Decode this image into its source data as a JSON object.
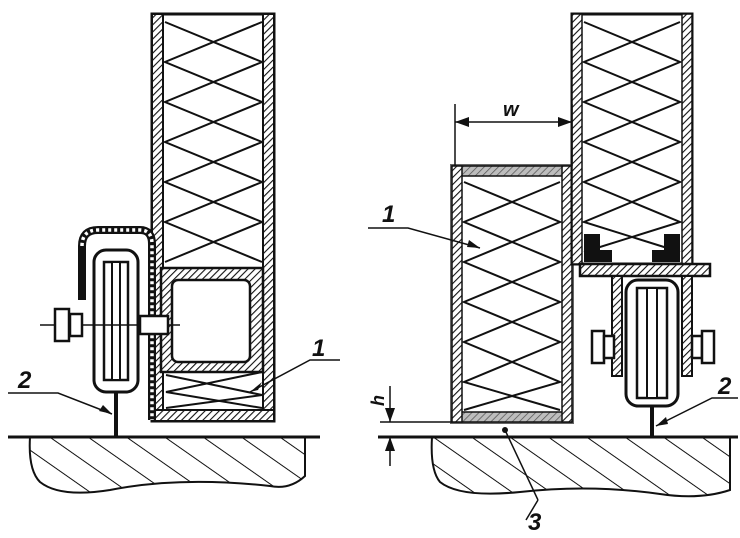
{
  "labels": {
    "left_part_1": "1",
    "left_part_2": "2",
    "right_part_1": "1",
    "right_part_2": "2",
    "right_part_3": "3",
    "dim_w": "w",
    "dim_h": "h"
  },
  "colors": {
    "ink": "#111111",
    "background": "#ffffff",
    "panel_edge": "#8a8a8a"
  }
}
